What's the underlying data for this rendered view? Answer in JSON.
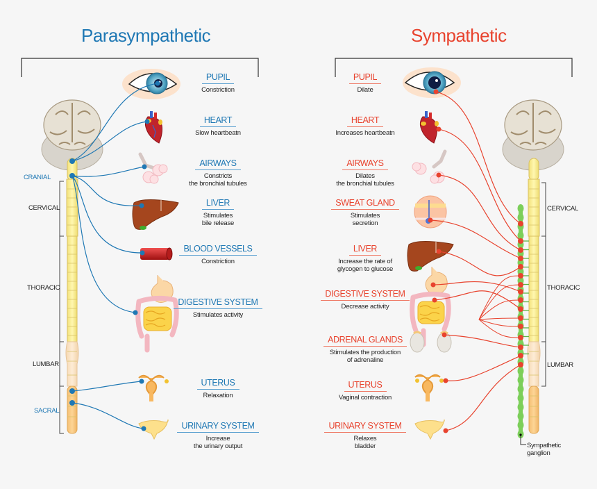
{
  "colors": {
    "parasympathetic": "#1f78b4",
    "sympathetic": "#e8432e",
    "ganglion": "#7ccf5a"
  },
  "parasympathetic": {
    "title": "Parasympathetic",
    "organs": [
      {
        "name": "PUPIL",
        "effect": "Constriction",
        "icon": "eye-icon"
      },
      {
        "name": "HEART",
        "effect": "Slow heartbeatn",
        "icon": "heart-icon"
      },
      {
        "name": "AIRWAYS",
        "effect": "Constricts\nthe bronchial tubules",
        "icon": "lungs-icon"
      },
      {
        "name": "LIVER",
        "effect": "Stimulates\nbile release",
        "icon": "liver-icon"
      },
      {
        "name": "BLOOD VESSELS",
        "effect": "Constriction",
        "icon": "blood-vessel-icon"
      },
      {
        "name": "DIGESTIVE SYSTEM",
        "effect": "Stimulates activity",
        "icon": "digestive-system-icon"
      },
      {
        "name": "UTERUS",
        "effect": "Relaxation",
        "icon": "uterus-icon"
      },
      {
        "name": "URINARY SYSTEM",
        "effect": "Increase\nthe urinary output",
        "icon": "bladder-icon"
      }
    ],
    "segments": [
      "CRANIAL",
      "CERVICAL",
      "THORACIC",
      "LUMBAR",
      "SACRAL"
    ]
  },
  "sympathetic": {
    "title": "Sympathetic",
    "organs": [
      {
        "name": "PUPIL",
        "effect": "Dilate",
        "icon": "eye-icon"
      },
      {
        "name": "HEART",
        "effect": "Increases heartbeatn",
        "icon": "heart-icon"
      },
      {
        "name": "AIRWAYS",
        "effect": "Dilates\nthe bronchial tubules",
        "icon": "lungs-icon"
      },
      {
        "name": "SWEAT GLAND",
        "effect": "Stimulates\nsecretion",
        "icon": "sweat-gland-icon"
      },
      {
        "name": "LIVER",
        "effect": "Increase the rate of\nglycogen to glucose",
        "icon": "liver-icon"
      },
      {
        "name": "DIGESTIVE SYSTEM",
        "effect": "Decrease activity",
        "icon": "digestive-system-icon"
      },
      {
        "name": "ADRENAL GLANDS",
        "effect": "Stimulates the production\nof adrenaline",
        "icon": "adrenal-glands-icon"
      },
      {
        "name": "UTERUS",
        "effect": "Vaginal contraction",
        "icon": "uterus-icon"
      },
      {
        "name": "URINARY SYSTEM",
        "effect": "Relaxes\nbladder",
        "icon": "bladder-icon"
      }
    ],
    "segments": [
      "CERVICAL",
      "THORACIC",
      "LUMBAR"
    ],
    "ganglion_label": "Sympathetic\nganglion"
  }
}
